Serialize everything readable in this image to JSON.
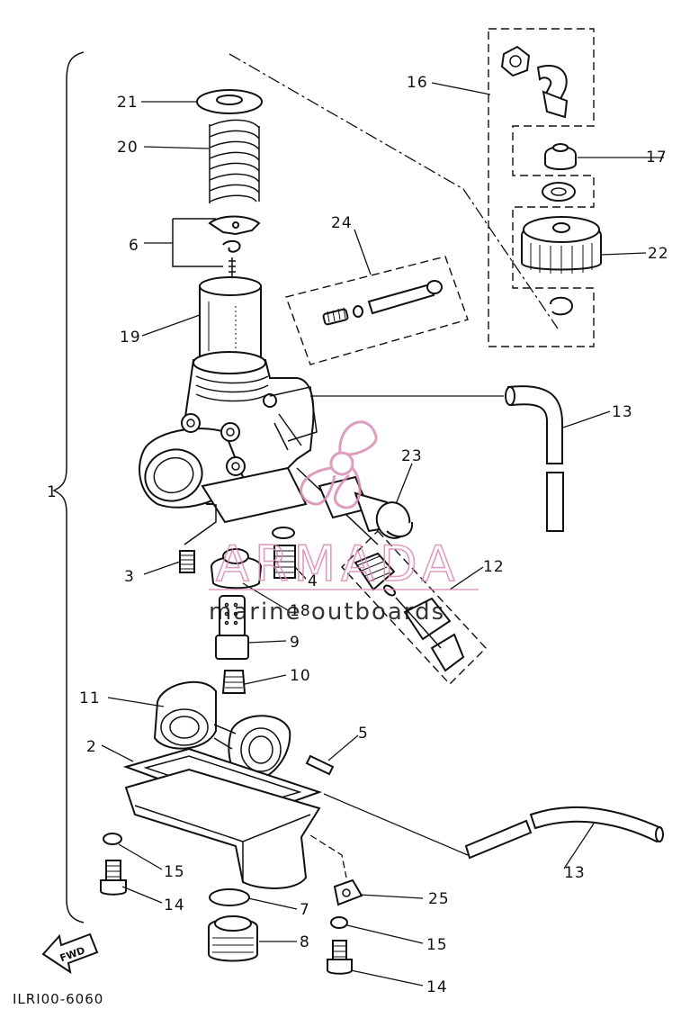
{
  "diagram": {
    "drawing_code": "ILRI00-6060",
    "fwd_label": "FWD",
    "assembly_label": "1",
    "callouts": [
      "2",
      "3",
      "4",
      "5",
      "6",
      "7",
      "8",
      "9",
      "10",
      "11",
      "12",
      "13",
      "14",
      "15",
      "16",
      "17",
      "18",
      "19",
      "20",
      "21",
      "22",
      "23",
      "24",
      "25"
    ]
  },
  "watermark": {
    "brand": "ARMADA",
    "tagline": "marine outboards",
    "color": "#d98cb3"
  }
}
